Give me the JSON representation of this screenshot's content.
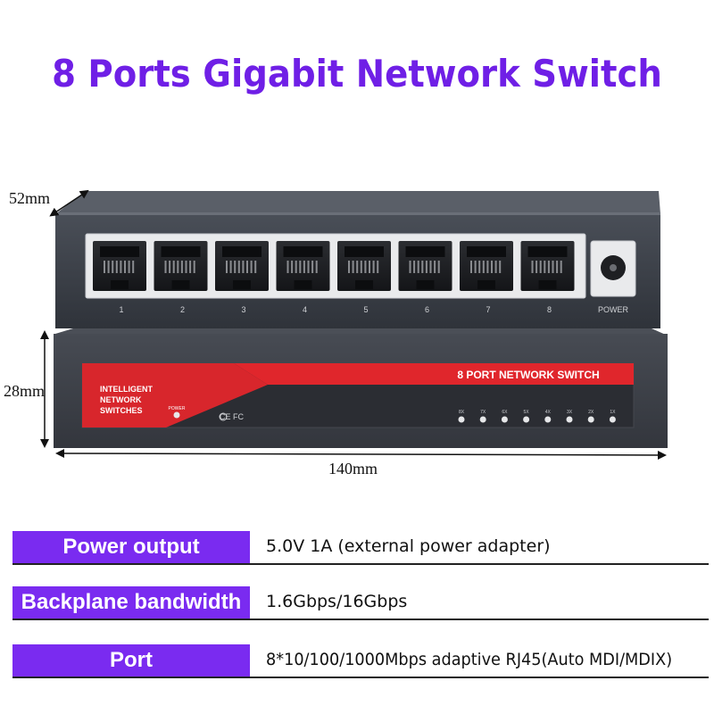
{
  "title": "8 Ports Gigabit Network Switch",
  "dimensions": {
    "depth": "52mm",
    "height": "28mm",
    "width": "140mm"
  },
  "switch_back": {
    "port_numbers": [
      "1",
      "2",
      "3",
      "4",
      "5",
      "6",
      "7",
      "8"
    ],
    "power_label": "POWER"
  },
  "switch_front": {
    "brand_lines": [
      "INTELLIGENT",
      "NETWORK",
      "SWITCHES"
    ],
    "power_led_label": "POWER",
    "banner": "8 PORT NETWORK SWITCH",
    "cert_marks": "CE FC",
    "led_labels": [
      "8X",
      "7X",
      "6X",
      "5X",
      "4X",
      "3X",
      "2X",
      "1X"
    ]
  },
  "specs": [
    {
      "key": "Power output",
      "value": "5.0V 1A (external power adapter)"
    },
    {
      "key": "Backplane bandwidth",
      "value": "1.6Gbps/16Gbps"
    },
    {
      "key": "Port",
      "value": "8*10/100/1000Mbps adaptive RJ45(Auto MDI/MDIX)"
    }
  ],
  "colors": {
    "title": "#6f1fe6",
    "spec_key_bg": "#7a2bf0",
    "housing": "#3a3e46",
    "banner_red": "#d8262c"
  }
}
